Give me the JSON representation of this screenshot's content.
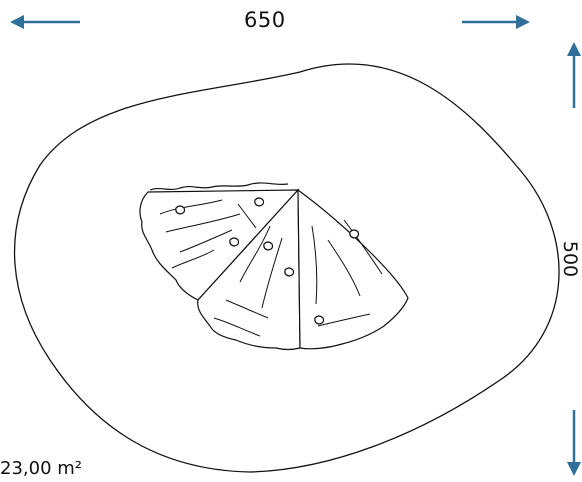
{
  "dimensions": {
    "width_value": "650",
    "height_value": "500",
    "area_value": "23,00 m²"
  },
  "colors": {
    "line": "#111111",
    "arrow": "#2f6f9a",
    "background": "#ffffff"
  },
  "icons": {
    "arrow_left": "arrow-left-icon",
    "arrow_right": "arrow-right-icon",
    "arrow_up": "arrow-up-icon",
    "arrow_down": "arrow-down-icon"
  }
}
